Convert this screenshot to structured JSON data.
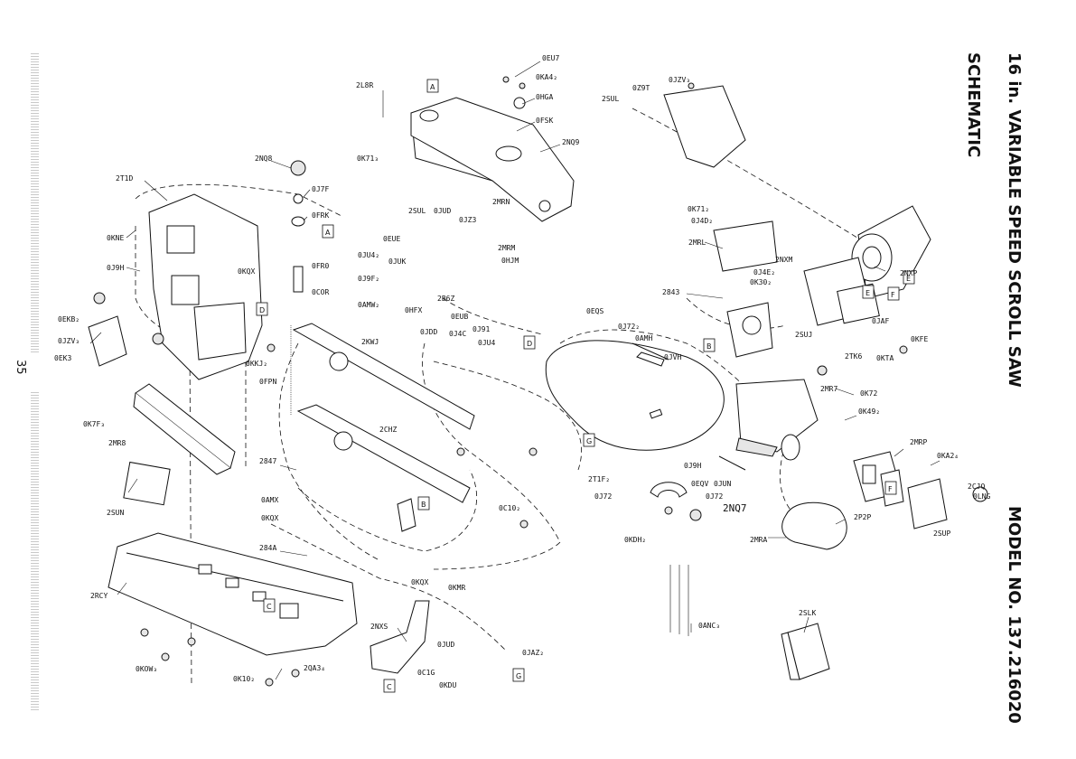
{
  "header": {
    "title_line1": "16 in. VARIABLE SPEED SCROLL SAW",
    "title_line2": "SCHEMATIC",
    "model": "MODEL NO. 137.216020",
    "page_number": "35"
  },
  "ref_letters": [
    "A",
    "A",
    "B",
    "B",
    "C",
    "C",
    "D",
    "D",
    "E",
    "E",
    "F",
    "F",
    "G",
    "G"
  ],
  "labels": {
    "l_2L8R": "2L8R",
    "l_0EU7": "0EU7",
    "l_0KA4": "0KA4₂",
    "l_0HGA": "0HGA",
    "l_2SUL_a": "2SUL",
    "l_0FSK": "0FSK",
    "l_2NQ9": "2NQ9",
    "l_0Z9T": "0Z9T",
    "l_0JZV_a": "0JZV₃",
    "l_0K71_a": "0K71₃",
    "l_2NQ8": "2NQ8",
    "l_2T1D": "2T1D",
    "l_0J7F": "0J7F",
    "l_0FRK": "0FRK",
    "l_0KNE": "0KNE",
    "l_0J9H_a": "0J9H",
    "l_0FR0": "0FR0",
    "l_0KQX_a": "0KQX",
    "l_0COR": "0COR",
    "l_0JU4_a": "0JU4₂",
    "l_0J9F": "0J9F₂",
    "l_0AMW": "0AMW₂",
    "l_2SUL_b": "2SUL",
    "l_0JUD_a": "0JUD",
    "l_0JZ3": "0JZ3",
    "l_2MRN": "2MRN",
    "l_0EUE": "0EUE",
    "l_0JUK": "0JUK",
    "l_2MRM": "2MRM",
    "l_0HJM": "0HJM",
    "l_0K71_b": "0K71₂",
    "l_0J4D": "0J4D₂",
    "l_2MRL": "2MRL",
    "l_2NXM": "2NXM",
    "l_0J4E": "0J4E₂",
    "l_0K30": "0K30₂",
    "l_2NXP": "2NXP",
    "l_2843": "2843",
    "l_0JAF": "0JAF",
    "l_0KFE": "0KFE",
    "l_0KTA": "0KTA",
    "l_2SUJ": "2SUJ",
    "l_2TK6": "2TK6",
    "l_0EKB": "0EKB₂",
    "l_0JZV_b": "0JZV₃",
    "l_0EK3": "0EK3",
    "l_0KKJ": "0KKJ₂",
    "l_0FPN": "0FPN",
    "l_2KWJ": "2KWJ",
    "l_2B6Z": "2B6Z",
    "l_0HFX": "0HFX",
    "l_0EUB": "0EUB",
    "l_0JDD": "0JDD",
    "l_0J4C": "0J4C",
    "l_0J91": "0J91",
    "l_0JU4_b": "0JU4",
    "l_0EQS": "0EQS",
    "l_0J72_a": "0J72₂",
    "l_0AMH": "0AMH",
    "l_0JVH": "0JVH",
    "l_2MR7": "2MR7",
    "l_0K72": "0K72",
    "l_0K49": "0K49₂",
    "l_0K7F": "0K7F₃",
    "l_2MR8": "2MR8",
    "l_2CHZ": "2CHZ",
    "l_2847": "2847",
    "l_2SUN": "2SUN",
    "l_0AMX": "0AMX",
    "l_0KQX_b": "0KQX",
    "l_284A": "284A",
    "l_0C10": "0C10₂",
    "l_2T1F": "2T1F₂",
    "l_0J72_b": "0J72",
    "l_0J9H_b": "0J9H",
    "l_0EQV": "0EQV",
    "l_0JUN": "0JUN",
    "l_0J72_c": "0J72",
    "l_2NQ7": "2NQ7",
    "l_0KDH": "0KDH₂",
    "l_2MRP": "2MRP",
    "l_0KA2": "0KA2₄",
    "l_2CJQ": "2CJQ",
    "l_0LNG": "0LNG",
    "l_2P2P": "2P2P",
    "l_2SUP": "2SUP",
    "l_2MRA": "2MRA",
    "l_2RCY": "2RCY",
    "l_0KQX_c": "0KQX",
    "l_0KMR": "0KMR",
    "l_2NXS": "2NXS",
    "l_0JUD_b": "0JUD",
    "l_0JAZ": "0JAZ₂",
    "l_0C1G": "0C1G",
    "l_0KDU": "0KDU",
    "l_0KOW": "0KOW₃",
    "l_0K10": "0K10₂",
    "l_2QA3": "2QA3₄",
    "l_0ANC": "0ANC₃",
    "l_2SLK": "2SLK"
  }
}
